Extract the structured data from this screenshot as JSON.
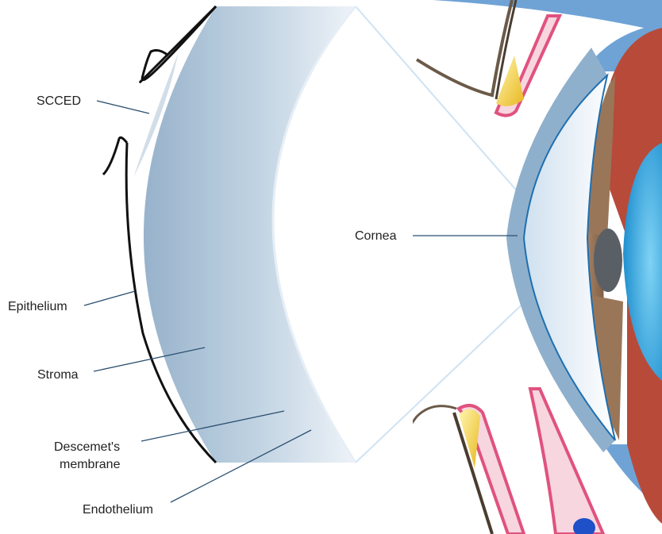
{
  "labels": {
    "scced": "SCCED",
    "epithelium": "Epithelium",
    "stroma": "Stroma",
    "descemets_line1": "Descemet's",
    "descemets_line2": "membrane",
    "endothelium": "Endothelium",
    "cornea": "Cornea"
  },
  "colors": {
    "cornea_blue": "#8fb0cc",
    "sclera_blue": "#6fa3d6",
    "iris_brown": "#8c6a4e",
    "muscle_red": "#b84a3a",
    "lens_blue": "#2b9fd6",
    "eyelid_pink": "#e0527f",
    "lash_brown": "#6b5a48",
    "gland_yellow": "#f2cf3a"
  }
}
